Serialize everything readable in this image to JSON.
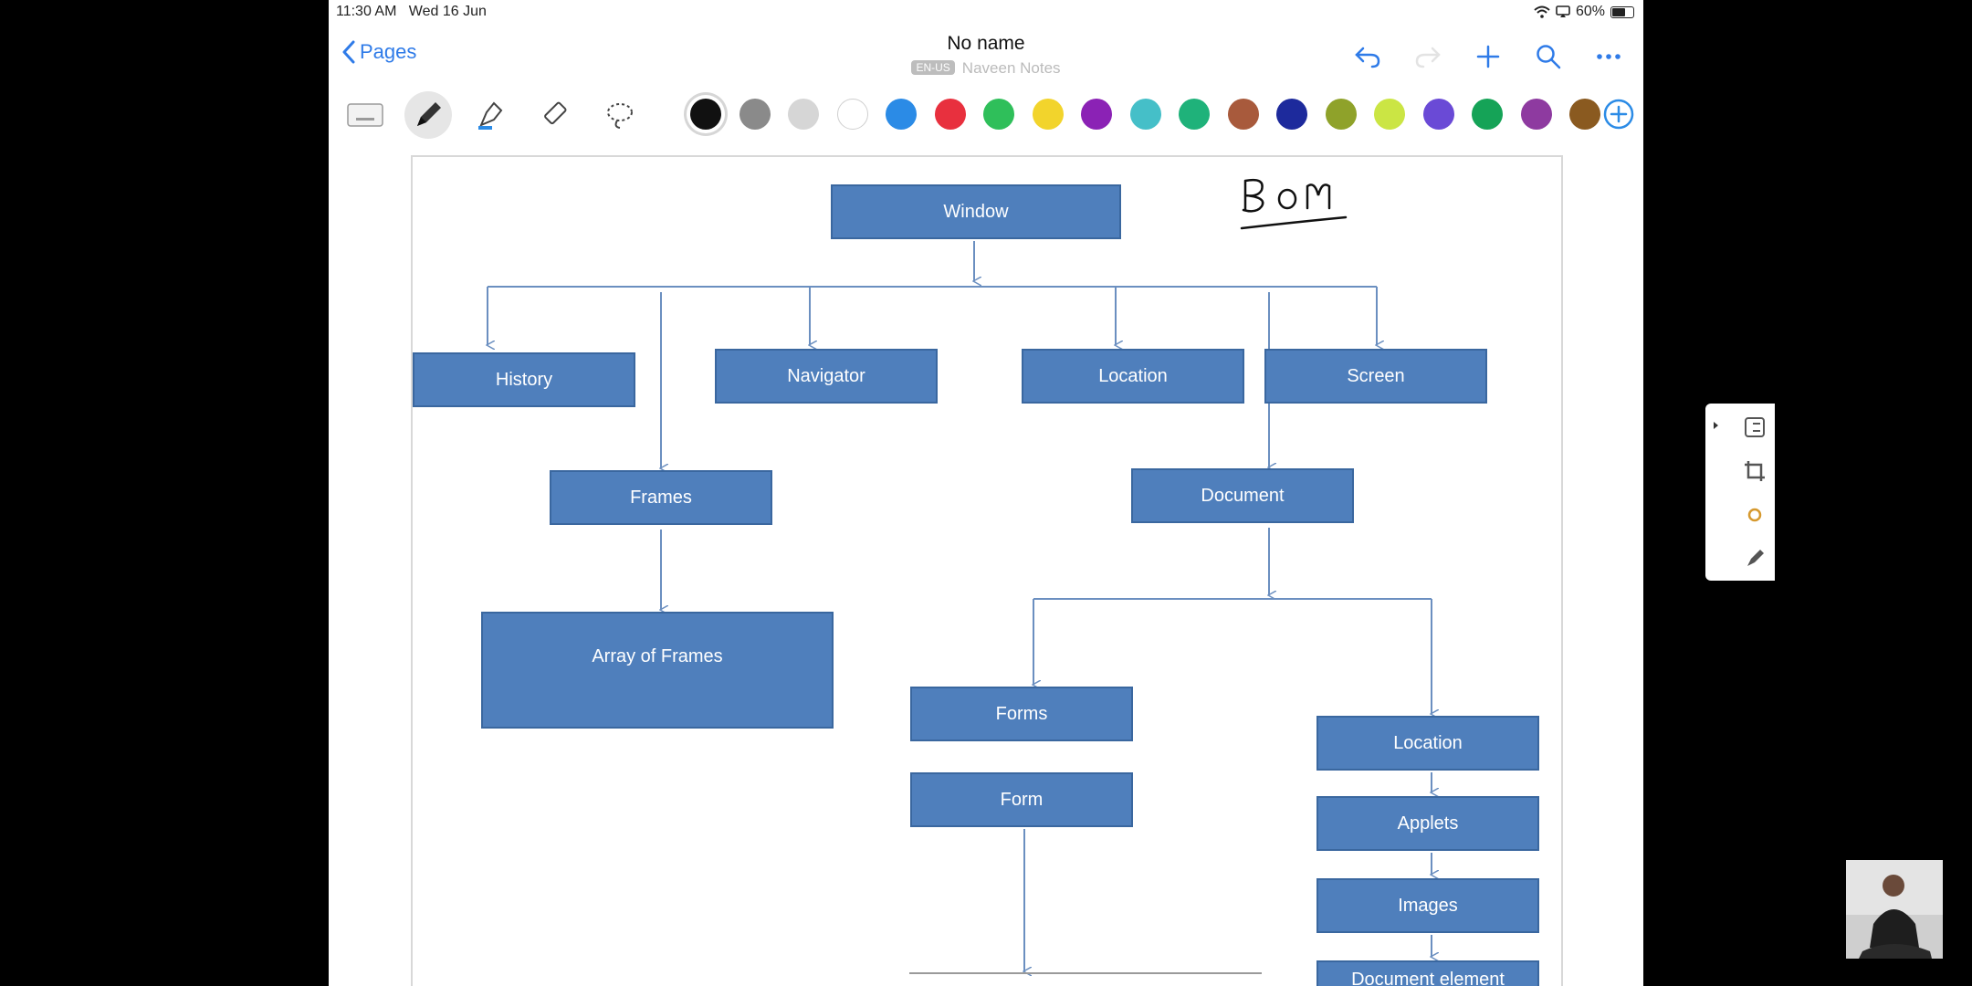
{
  "status_bar": {
    "time": "11:30 AM",
    "date": "Wed 16 Jun",
    "battery": "60%"
  },
  "nav": {
    "back_label": "Pages",
    "title": "No name",
    "language_badge": "EN-US",
    "notebook": "Naveen Notes"
  },
  "toolbar": {
    "tools": [
      "keyboard-icon",
      "pen-icon",
      "highlighter-icon",
      "eraser-icon",
      "lasso-icon"
    ],
    "colors": [
      "#111111",
      "#8a8a8a",
      "#d6d6d6",
      "#ffffff",
      "#2b8be6",
      "#e8303e",
      "#2fbf5a",
      "#f2d42c",
      "#8b22b5",
      "#45bfc8",
      "#1fb27a",
      "#a85a3c",
      "#1d2a9c",
      "#8fa22a",
      "#cbe544",
      "#6a4ad6",
      "#15a357",
      "#8e3aa0",
      "#8a5a20"
    ],
    "selected_color": "#111111"
  },
  "diagram": {
    "annotation": "BOM",
    "nodes": {
      "window": "Window",
      "history": "History",
      "navigator": "Navigator",
      "location": "Location",
      "screen": "Screen",
      "frames": "Frames",
      "document": "Document",
      "array_of_frames": "Array of Frames",
      "forms": "Forms",
      "form": "Form",
      "doc_location": "Location",
      "applets": "Applets",
      "images": "Images",
      "document_element": "Document element"
    }
  },
  "side_panel": {
    "icons": [
      "collapse-icon",
      "crop-icon",
      "shape-icon",
      "pen-settings-icon"
    ]
  }
}
